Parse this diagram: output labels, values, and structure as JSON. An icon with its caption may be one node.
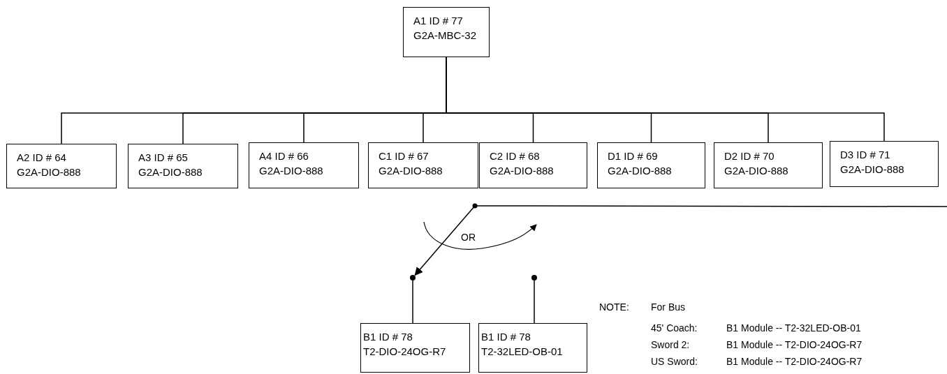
{
  "diagram": {
    "nodes": [
      {
        "text": [
          "A1 ID # 77",
          "G2A-MBC-32"
        ]
      },
      {
        "text": [
          "A2 ID # 64",
          "G2A-DIO-888"
        ]
      },
      {
        "text": [
          "A3 ID # 65",
          "G2A-DIO-888"
        ]
      },
      {
        "text": [
          "A4 ID # 66",
          "G2A-DIO-888"
        ]
      },
      {
        "text": [
          "C1 ID # 67",
          "G2A-DIO-888"
        ]
      },
      {
        "text": [
          "C2 ID # 68",
          "G2A-DIO-888"
        ]
      },
      {
        "text": [
          "D1 ID # 69",
          "G2A-DIO-888"
        ]
      },
      {
        "text": [
          "D2 ID # 70",
          "G2A-DIO-888"
        ]
      },
      {
        "text": [
          "D3 ID # 71",
          "G2A-DIO-888"
        ]
      },
      {
        "text": [
          "B1 ID # 78",
          "T2-DIO-24OG-R7"
        ]
      },
      {
        "text": [
          "B1 ID # 78",
          "T2-32LED-OB-01"
        ]
      },
      {
        "text": [],
        "shape": "circle"
      },
      {
        "text": [],
        "shape": "circle"
      }
    ],
    "edges": [
      {
        "from": 0,
        "to": 1,
        "arrow": "none"
      },
      {
        "from": 0,
        "to": 2,
        "arrow": "none"
      },
      {
        "from": 0,
        "to": 3,
        "arrow": "none"
      },
      {
        "from": 0,
        "to": 4,
        "arrow": "none"
      },
      {
        "from": 0,
        "to": 5,
        "arrow": "none"
      },
      {
        "from": 0,
        "to": 6,
        "arrow": "none"
      },
      {
        "from": 0,
        "to": 7,
        "arrow": "none"
      },
      {
        "from": 0,
        "to": 8,
        "arrow": "none"
      },
      {
        "from": 11,
        "to": 9,
        "arrow": "none"
      },
      {
        "from": 12,
        "to": 10,
        "arrow": "none"
      },
      {
        "from": null,
        "to": 11,
        "arrow": "to"
      }
    ],
    "labels": [
      "OR",
      "NOTE:",
      "For Bus",
      "45' Coach:",
      "B1 Module -- T2-32LED-OB-01",
      "Sword 2:",
      "B1 Module -- T2-DIO-24OG-R7",
      "US Sword:",
      "B1 Module -- T2-DIO-24OG-R7"
    ]
  }
}
